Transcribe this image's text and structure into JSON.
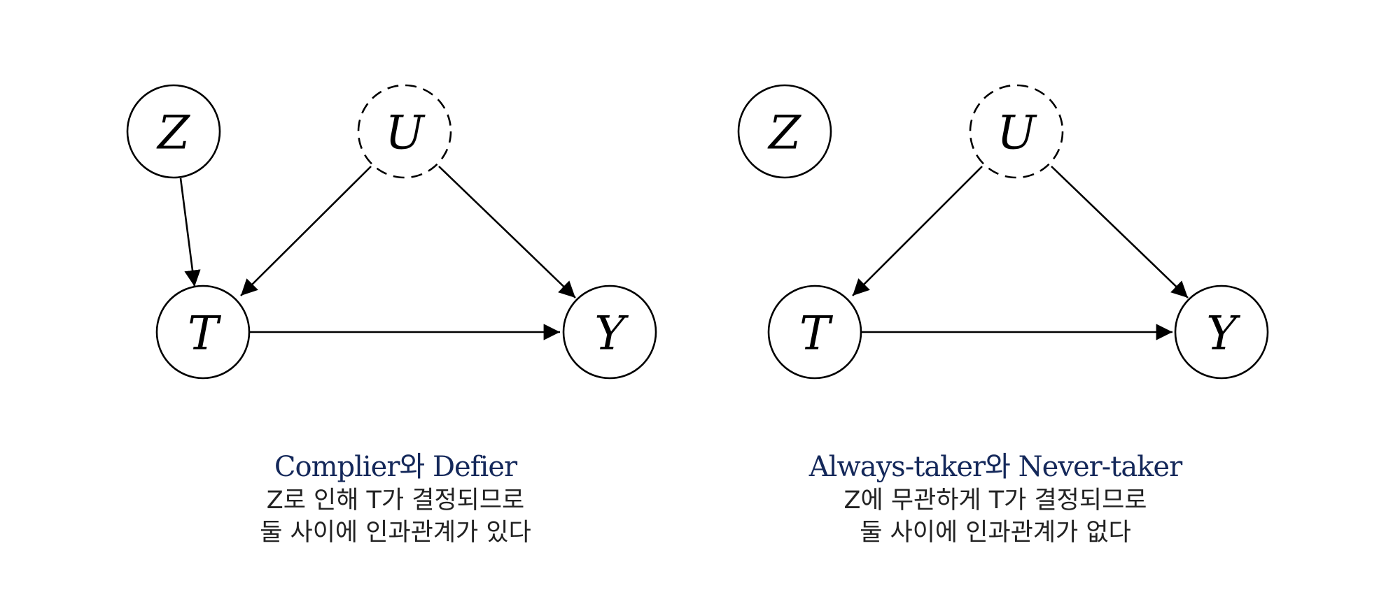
{
  "colors": {
    "caption_title": "#14285a",
    "caption_text": "#222222",
    "stroke": "#000000"
  },
  "left": {
    "nodes": {
      "z": "Z",
      "u": "U",
      "t": "T",
      "y": "Y"
    },
    "caption": {
      "title": "Complier와 Defier",
      "line1": "Z로 인해 T가 결정되므로",
      "line2": "둘 사이에 인과관계가 있다"
    }
  },
  "right": {
    "nodes": {
      "z": "Z",
      "u": "U",
      "t": "T",
      "y": "Y"
    },
    "caption": {
      "title": "Always-taker와 Never-taker",
      "line1": "Z에 무관하게 T가 결정되므로",
      "line2": "둘 사이에 인과관계가 없다"
    }
  }
}
